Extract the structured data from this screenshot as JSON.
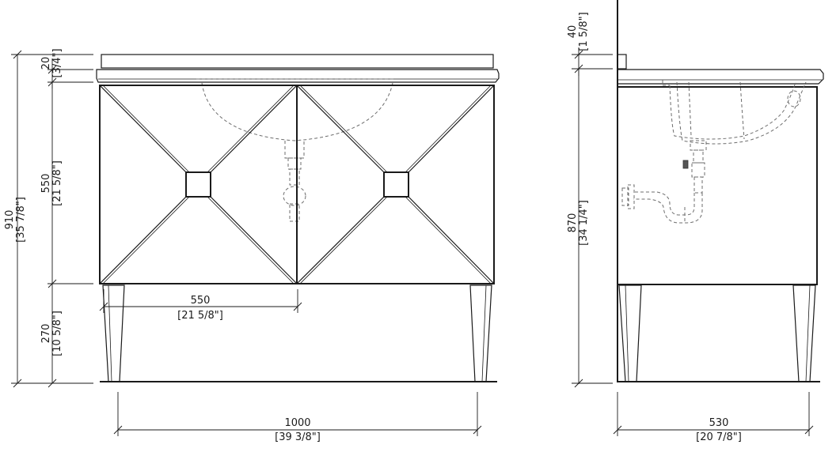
{
  "front_view": {
    "total_height": {
      "value": "910",
      "imperial": "[35 7/8\"]"
    },
    "top_thickness": {
      "value": "20",
      "imperial": "[3/4\"]"
    },
    "cabinet_height": {
      "value": "550",
      "imperial": "[21 5/8\"]"
    },
    "leg_height": {
      "value": "270",
      "imperial": "[10 5/8\"]"
    },
    "door_width": {
      "value": "550",
      "imperial": "[21 5/8\"]"
    },
    "total_width": {
      "value": "1000",
      "imperial": "[39 3/8\"]"
    }
  },
  "side_view": {
    "splash_height": {
      "value": "40",
      "imperial": "[1 5/8\"]"
    },
    "height_to_top": {
      "value": "870",
      "imperial": "[34 1/4\"]"
    },
    "depth": {
      "value": "530",
      "imperial": "[20 7/8\"]"
    }
  }
}
